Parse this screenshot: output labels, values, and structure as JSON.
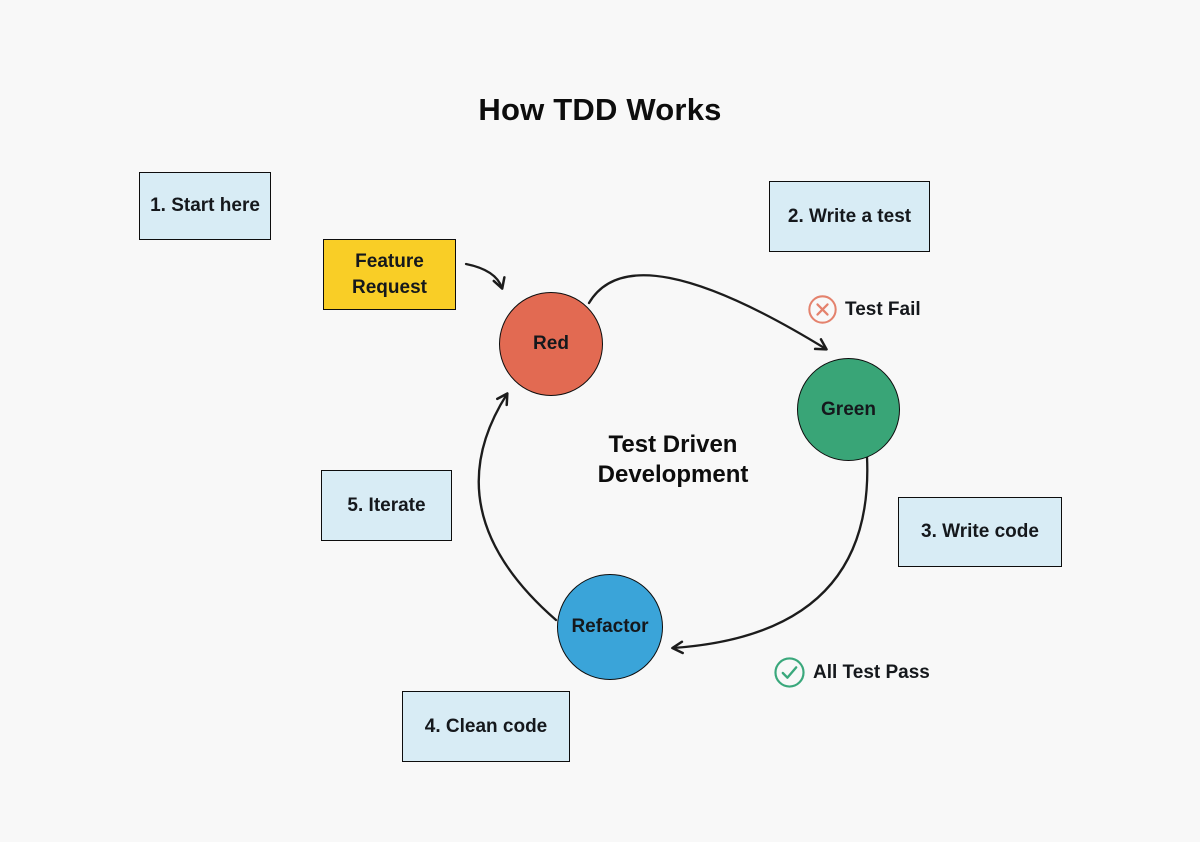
{
  "title": "How TDD Works",
  "colors": {
    "background": "#f8f8f8",
    "note_fill": "#d8ecf5",
    "note_border": "#0d0d0d",
    "feature_fill": "#f9ce26",
    "red_node": "#e26a52",
    "green_node": "#39a577",
    "blue_node": "#3aa4d9",
    "fail_icon": "#e4826d",
    "pass_icon": "#3aa87c",
    "arrow": "#1c1c1c"
  },
  "notes": [
    {
      "id": "start-here",
      "label": "1. Start here"
    },
    {
      "id": "write-a-test",
      "label": "2. Write a test"
    },
    {
      "id": "write-code",
      "label": "3. Write code"
    },
    {
      "id": "clean-code",
      "label": "4. Clean code"
    },
    {
      "id": "iterate",
      "label": "5. Iterate"
    }
  ],
  "feature_request": {
    "label": "Feature Request"
  },
  "nodes": [
    {
      "id": "red",
      "label": "Red"
    },
    {
      "id": "green",
      "label": "Green"
    },
    {
      "id": "refactor",
      "label": "Refactor"
    }
  ],
  "center_label": "Test Driven Development",
  "status": [
    {
      "id": "test-fail",
      "label": "Test Fail",
      "icon": "x-circle-icon"
    },
    {
      "id": "all-test-pass",
      "label": "All Test Pass",
      "icon": "check-circle-icon"
    }
  ],
  "arrows": [
    {
      "id": "feature-to-red",
      "from": "Feature Request",
      "to": "Red"
    },
    {
      "id": "red-to-green",
      "from": "Red",
      "to": "Green"
    },
    {
      "id": "green-to-refactor",
      "from": "Green",
      "to": "Refactor"
    },
    {
      "id": "refactor-to-red",
      "from": "Refactor",
      "to": "Red"
    }
  ]
}
